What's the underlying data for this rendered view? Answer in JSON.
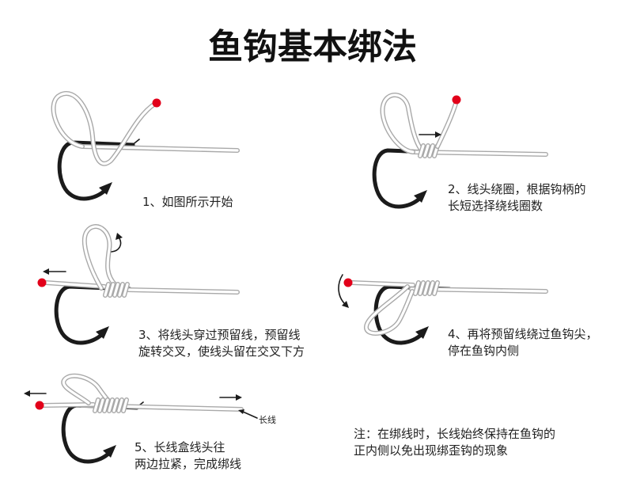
{
  "title": "鱼钩基本绑法",
  "colors": {
    "hook": "#1b1b1b",
    "line_outline": "#a9a9a9",
    "tag_end": "#e2001a",
    "arrow": "#1b1b1b"
  },
  "steps": [
    {
      "lines": [
        "1、如图所示开始"
      ]
    },
    {
      "lines": [
        "2、线头绕圈，根据钩柄的",
        "长短选择绕线圈数"
      ]
    },
    {
      "lines": [
        "3、将线头穿过预留线，预留线",
        "旋转交叉，使线头留在交叉下方"
      ]
    },
    {
      "lines": [
        "4、再将预留线绕过鱼钩尖，",
        "停在鱼钩内侧"
      ]
    },
    {
      "lines": [
        "5、长线盒线头往",
        "两边拉紧，完成绑线"
      ]
    }
  ],
  "main_line_label": "长线",
  "note": {
    "lines": [
      "注：在绑线时，长线始终保持在鱼钩的",
      "正内侧以免出现绑歪钩的现象"
    ]
  }
}
